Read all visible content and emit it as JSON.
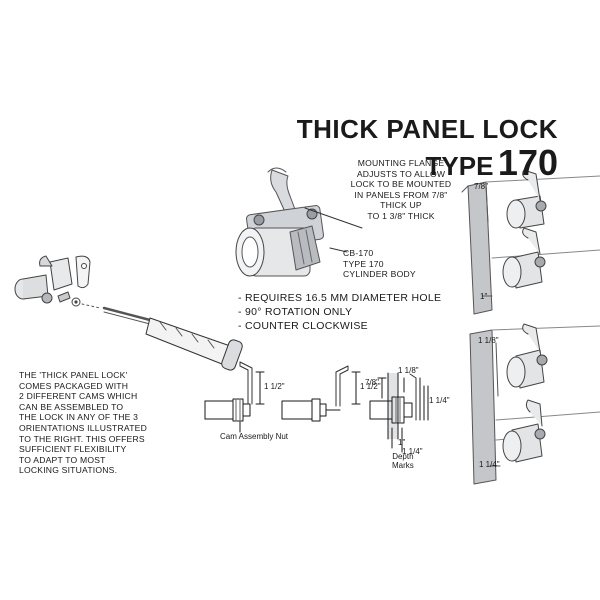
{
  "title": {
    "line1": "THICK PANEL LOCK",
    "type_word": "TYPE",
    "type_number": "170"
  },
  "mounting_note": [
    "MOUNTING FLANGE",
    "ADJUSTS TO ALLOW",
    "LOCK TO BE MOUNTED",
    "IN PANELS FROM 7/8\"",
    "THICK UP",
    "TO 1 3/8\" THICK"
  ],
  "cylinder_label": [
    "CB-170",
    "TYPE 170",
    "CYLINDER BODY"
  ],
  "specs": [
    "- REQUIRES 16.5 MM DIAMETER HOLE",
    "- 90° ROTATION ONLY",
    "- COUNTER CLOCKWISE"
  ],
  "package_note": [
    "THE 'THICK PANEL LOCK'",
    "COMES PACKAGED WITH",
    "2 DIFFERENT CAMS WHICH",
    "CAN BE ASSEMBLED TO",
    "THE LOCK IN ANY OF THE 3",
    "ORIENTATIONS ILLUSTRATED",
    "TO THE RIGHT. THIS OFFERS",
    "SUFFICIENT FLEXIBILITY",
    "TO ADAPT TO MOST",
    "LOCKING SITUATIONS."
  ],
  "cam_nut_label": "Cam Assembly Nut",
  "depth_marks_label": [
    "Depth",
    "Marks"
  ],
  "dims": {
    "d7_8": "7/8\"",
    "d1": "1\"",
    "d1_1_8": "1 1/8\"",
    "d1_1_4": "1 1/4\"",
    "d1_1_2": "1 1/2\""
  }
}
